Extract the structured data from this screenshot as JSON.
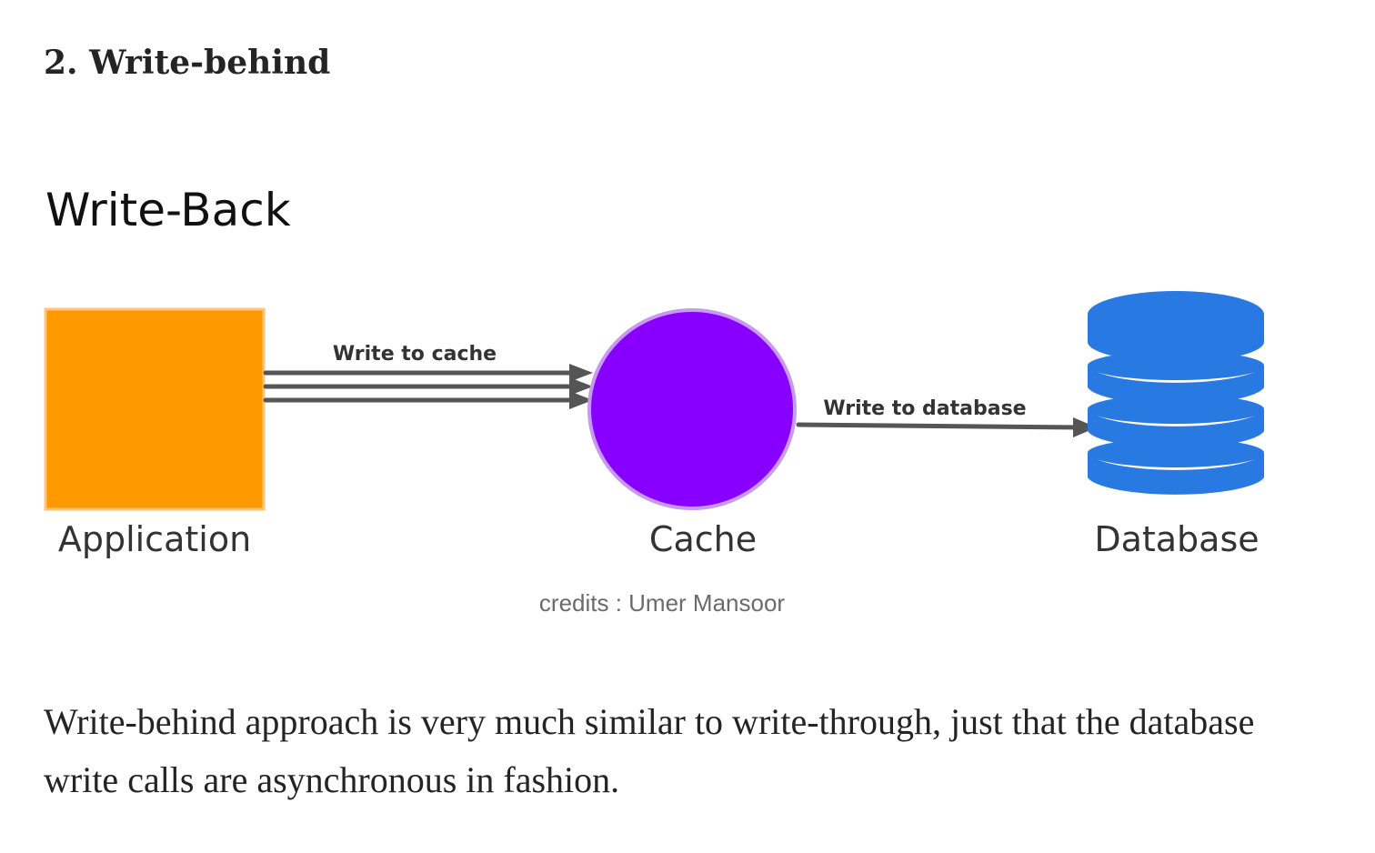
{
  "heading": "2. Write-behind",
  "diagram": {
    "title": "Write-Back",
    "nodes": {
      "application": "Application",
      "cache": "Cache",
      "database": "Database"
    },
    "edges": {
      "app_to_cache": "Write to cache",
      "cache_to_db": "Write to database"
    },
    "colors": {
      "application": "#FF9900",
      "cache": "#8800FF",
      "database": "#2979E2",
      "arrow": "#555555"
    }
  },
  "caption": "credits : Umer Mansoor",
  "paragraph": "Write-behind approach is very much similar to write-through, just that the database write calls are asynchronous in fashion."
}
